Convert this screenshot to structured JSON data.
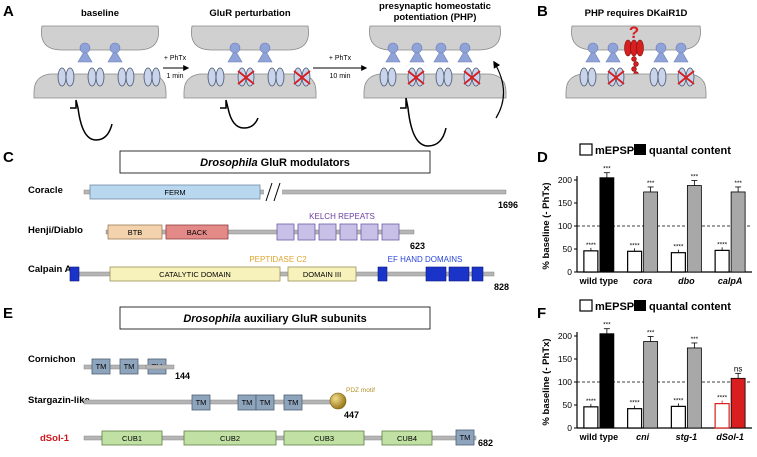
{
  "panels": {
    "A": {
      "label": "A",
      "stages": [
        "baseline",
        "GluR perturbation",
        "presynaptic homeostatic potentiation (PHP)"
      ],
      "stage3_line1": "presynaptic homeostatic",
      "stage3_line2": "potentiation (PHP)",
      "arrow1_line1": "+ PhTx",
      "arrow1_line2": "1 min",
      "arrow2_line1": "+ PhTx",
      "arrow2_line2": "10 min"
    },
    "B": {
      "label": "B",
      "title": "PHP requires DKaiR1D",
      "question_mark": "?"
    },
    "C": {
      "label": "C",
      "title_italic": "Drosophila",
      "title_rest": " GluR modulators",
      "proteins": [
        {
          "name": "Coracle",
          "length": "1696",
          "domains": [
            "FERM"
          ]
        },
        {
          "name": "Henji/Diablo",
          "length": "623",
          "domains": [
            "BTB",
            "BACK"
          ],
          "annotation": "KELCH REPEATS"
        },
        {
          "name": "Calpain A",
          "length": "828",
          "domains": [
            "CATALYTIC DOMAIN",
            "DOMAIN III"
          ],
          "annotations": [
            "PEPTIDASE C2",
            "EF HAND DOMAINS"
          ]
        }
      ]
    },
    "E": {
      "label": "E",
      "title_italic": "Drosophila",
      "title_rest": " auxiliary GluR subunits",
      "proteins": [
        {
          "name": "Cornichon",
          "length": "144",
          "domain": "TM"
        },
        {
          "name": "Stargazin-like",
          "length": "447",
          "domain": "TM",
          "annotation": "PDZ motif"
        },
        {
          "name": "dSol-1",
          "length": "682",
          "domains": [
            "CUB1",
            "CUB2",
            "CUB3",
            "CUB4",
            "TM"
          ]
        }
      ],
      "colors": {
        "dsol_name": "#d0151a"
      }
    },
    "D": {
      "label": "D"
    },
    "F": {
      "label": "F"
    }
  },
  "colors": {
    "ferm": "#b9d7ee",
    "btb": "#f3d2ae",
    "back": "#e38a88",
    "kelch": "#c8c0e6",
    "catalytic": "#f7f1bb",
    "efhand": "#1a33c9",
    "tm": "#8ea4bd",
    "cub": "#c1e0a4",
    "pdz": "#b39029",
    "kelch_label": "#6b3fa0",
    "peptidase_label": "#e0a42b",
    "efhand_label": "#2a45d6",
    "cell": "#d0d0d0",
    "glur": "#c9d3ea",
    "release": "#8fa3d8",
    "grey_bar": "#a8a8a8",
    "red": "#d81e1e"
  },
  "chart_data": [
    {
      "type": "bar",
      "panel": "D",
      "legend": [
        "mEPSP",
        "quantal content"
      ],
      "ylabel": "% baseline (- PhTx)",
      "ylim": [
        0,
        200
      ],
      "yticks": [
        "0",
        "50",
        "100",
        "150",
        "200"
      ],
      "reference_line": 100,
      "categories": [
        "wild type",
        "cora",
        "dbo",
        "calpA"
      ],
      "series": [
        {
          "name": "mEPSP",
          "values": [
            46,
            45,
            42,
            47
          ],
          "labels": [
            "****",
            "****",
            "****",
            "****"
          ]
        },
        {
          "name": "quantal content",
          "values": [
            205,
            174,
            188,
            174
          ],
          "labels": [
            "***",
            "***",
            "***",
            "***"
          ]
        }
      ]
    },
    {
      "type": "bar",
      "panel": "F",
      "legend": [
        "mEPSP",
        "quantal content"
      ],
      "ylabel": "% baseline (- PhTx)",
      "ylim": [
        0,
        200
      ],
      "yticks": [
        "0",
        "50",
        "100",
        "150",
        "200"
      ],
      "reference_line": 100,
      "categories": [
        "wild type",
        "cni",
        "stg-1",
        "dSol-1"
      ],
      "series": [
        {
          "name": "mEPSP",
          "values": [
            46,
            42,
            47,
            53
          ],
          "labels": [
            "****",
            "****",
            "****",
            "****"
          ]
        },
        {
          "name": "quantal content",
          "values": [
            205,
            188,
            174,
            108
          ],
          "labels": [
            "***",
            "***",
            "***",
            "ns"
          ]
        }
      ]
    }
  ]
}
